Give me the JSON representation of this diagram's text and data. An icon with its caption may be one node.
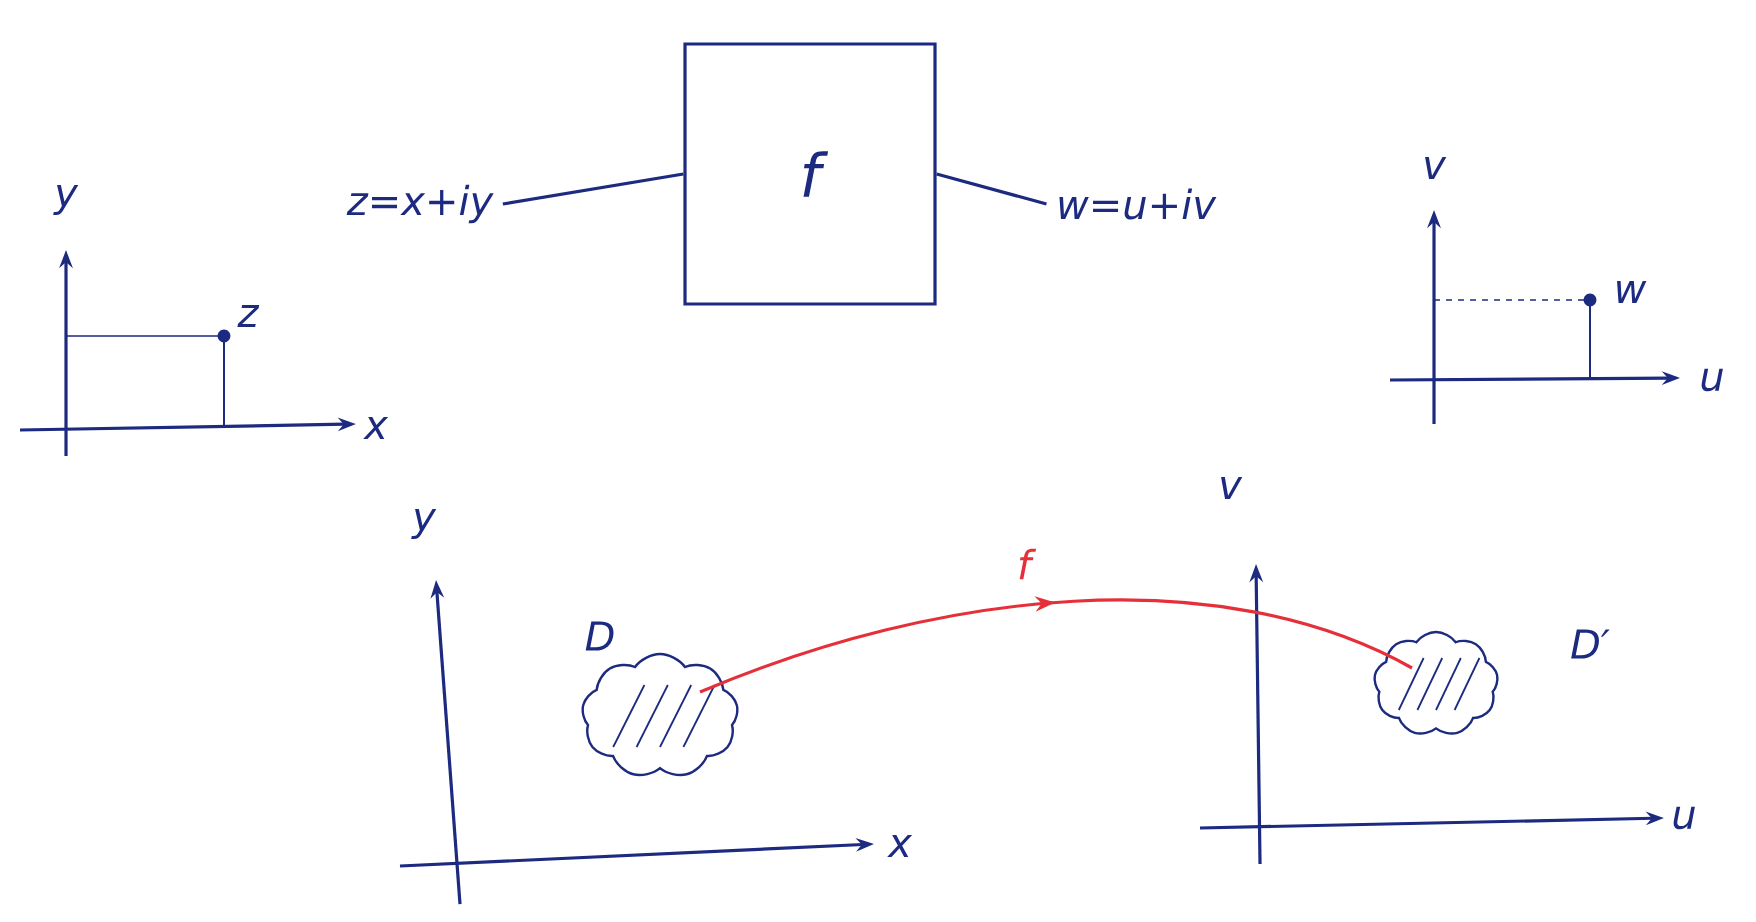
{
  "diagram": {
    "nodes": [
      {
        "text": [
          "z=x+iy"
        ]
      },
      {
        "text": [
          "f"
        ]
      },
      {
        "text": [
          "w=u+iv"
        ]
      },
      {
        "text": [],
        "shape": "cloud",
        "beside": [
          "D"
        ]
      },
      {
        "text": [],
        "shape": "cloud",
        "beside": [
          "D′"
        ]
      }
    ],
    "edges": [
      {
        "from": 0,
        "to": 1,
        "arrow": "none"
      },
      {
        "from": 1,
        "to": 2,
        "arrow": "none"
      },
      {
        "from": 3,
        "to": 4,
        "arrow": "to",
        "label": "f",
        "color": "#e5303a"
      }
    ],
    "labels": [
      "y",
      "z",
      "x",
      "v",
      "w",
      "u",
      "y",
      "x",
      "v",
      "u"
    ]
  }
}
